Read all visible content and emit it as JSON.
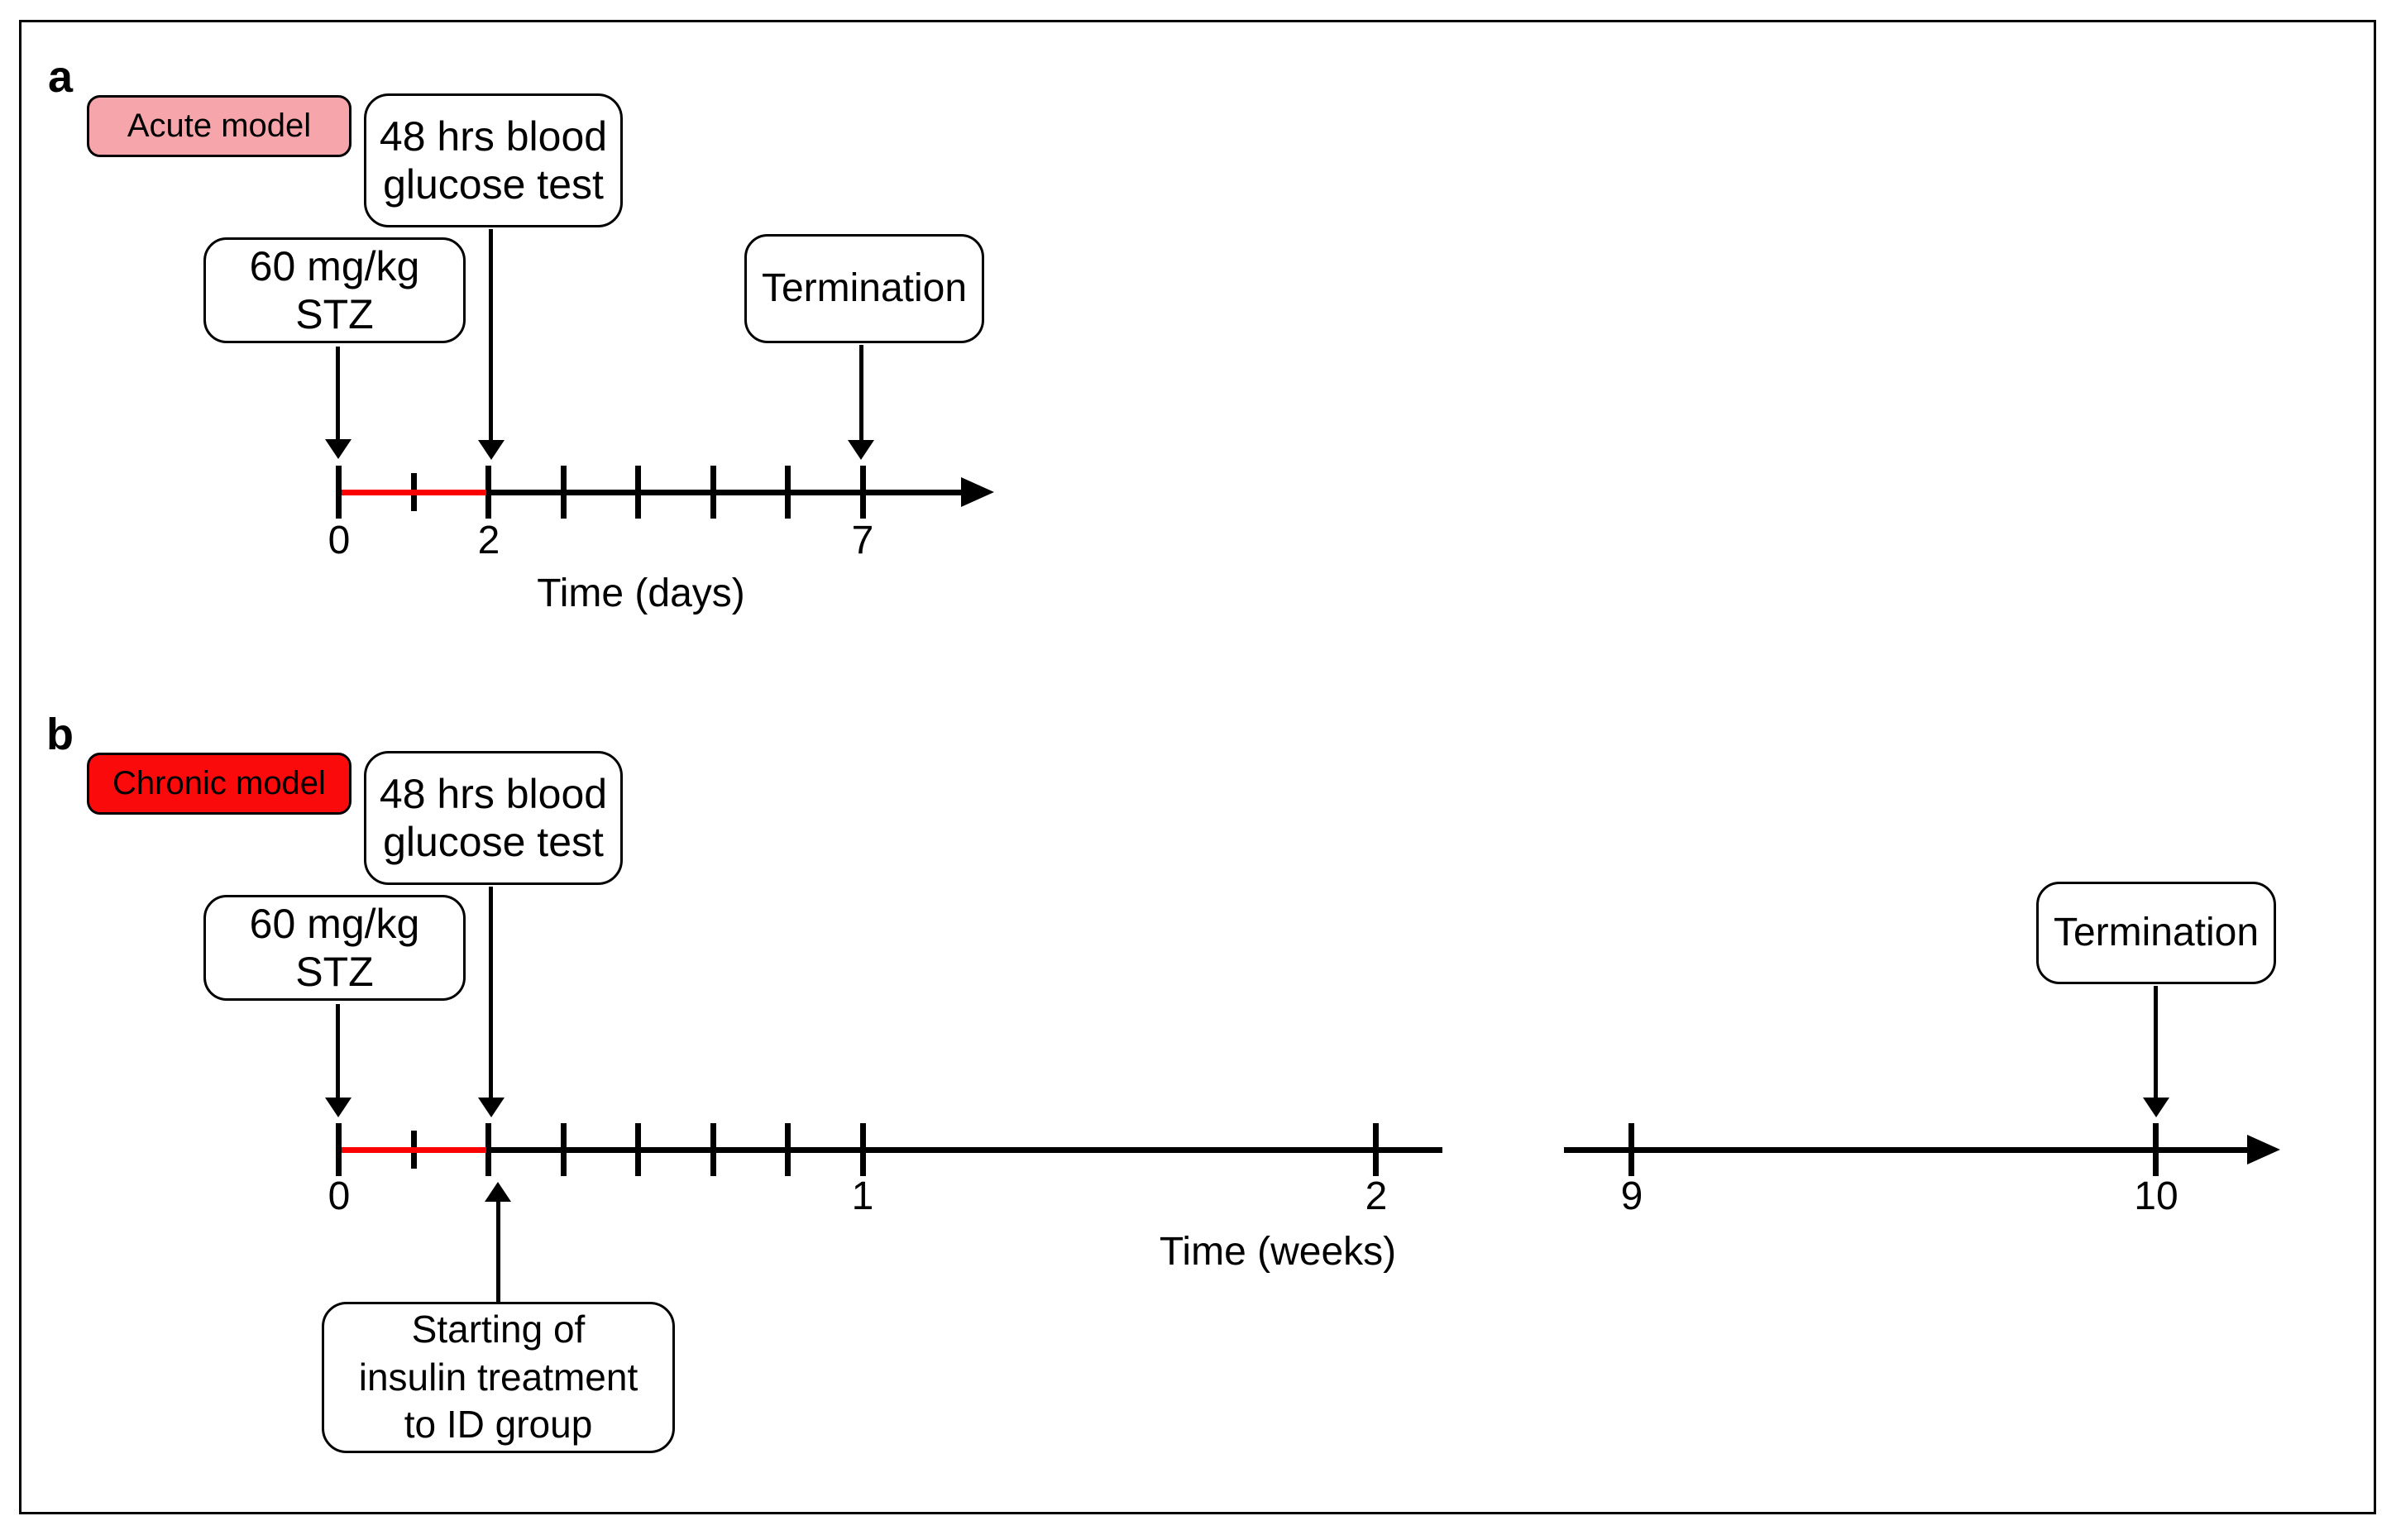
{
  "figure": {
    "panel_a": {
      "panel_letter": "a",
      "model_label": "Acute model",
      "glucose_box_line1": "48 hrs blood",
      "glucose_box_line2": "glucose test",
      "stz_box": "60 mg/kg STZ",
      "termination_box": "Termination",
      "axis_title": "Time (days)",
      "tick_labels": {
        "t0": "0",
        "t2": "2",
        "t7": "7"
      }
    },
    "panel_b": {
      "panel_letter": "b",
      "model_label": "Chronic model",
      "glucose_box_line1": "48 hrs blood",
      "glucose_box_line2": "glucose test",
      "stz_box": "60 mg/kg STZ",
      "termination_box": "Termination",
      "insulin_box_line1": "Starting of",
      "insulin_box_line2": "insulin treatment",
      "insulin_box_line3": "to ID group",
      "axis_title": "Time (weeks)",
      "tick_labels": {
        "t0": "0",
        "t1": "1",
        "t2": "2",
        "t9": "9",
        "t10": "10"
      }
    },
    "colors": {
      "acute_fill": "#F6A6AB",
      "chronic_fill": "#FA0A0A",
      "timeline_red": "#FB0000",
      "ink": "#000000"
    },
    "timelines": [
      {
        "model": "Acute model",
        "unit": "days",
        "red_segment": [
          0,
          2
        ],
        "events": [
          {
            "time": 0,
            "label": "60 mg/kg STZ"
          },
          {
            "time": 2,
            "label": "48 hrs blood glucose test"
          },
          {
            "time": 7,
            "label": "Termination"
          }
        ]
      },
      {
        "model": "Chronic model",
        "unit": "weeks",
        "red_segment_days": [
          0,
          2
        ],
        "axis_break_between_weeks": [
          2,
          9
        ],
        "events": [
          {
            "time_days": 0,
            "label": "60 mg/kg STZ"
          },
          {
            "time_days": 2,
            "label": "48 hrs blood glucose test"
          },
          {
            "time_days": 2,
            "label": "Starting of insulin treatment to ID group"
          },
          {
            "time_weeks": 10,
            "label": "Termination"
          }
        ]
      }
    ]
  }
}
